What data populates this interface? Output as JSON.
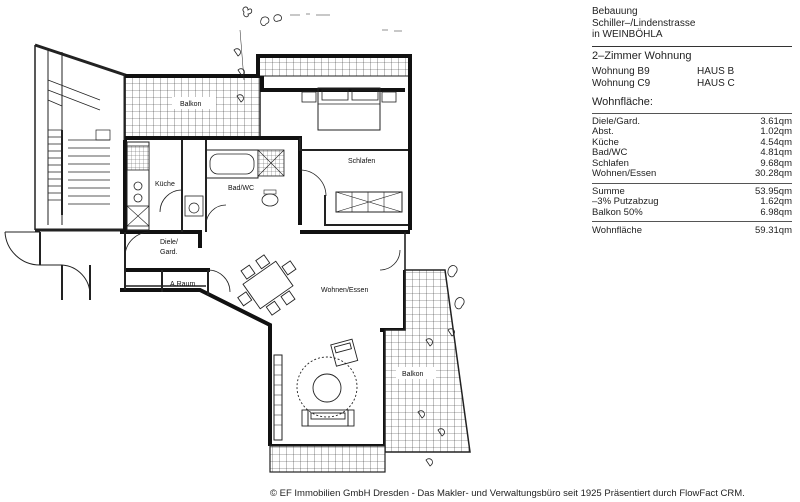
{
  "header": {
    "line1": "Bebauung",
    "line2": "Schiller–/Lindenstrasse",
    "line3": "in WEINBÖHLA"
  },
  "apartment_type": "2–Zimmer Wohnung",
  "units": [
    {
      "name": "Wohnung B9",
      "haus": "HAUS B"
    },
    {
      "name": "Wohnung C9",
      "haus": "HAUS C"
    }
  ],
  "areas_title": "Wohnfläche:",
  "areas": [
    {
      "label": "Diele/Gard.",
      "value": "3.61qm"
    },
    {
      "label": "Abst.",
      "value": "1.02qm"
    },
    {
      "label": "Küche",
      "value": "4.54qm"
    },
    {
      "label": "Bad/WC",
      "value": "4.81qm"
    },
    {
      "label": "Schlafen",
      "value": "9.68qm"
    },
    {
      "label": "Wohnen/Essen",
      "value": "30.28qm"
    }
  ],
  "totals": [
    {
      "label": "Summe",
      "value": "53.95qm"
    },
    {
      "label": "–3% Putzabzug",
      "value": "1.62qm"
    },
    {
      "label": "Balkon 50%",
      "value": "6.98qm"
    }
  ],
  "final": {
    "label": "Wohnfläche",
    "value": "59.31qm"
  },
  "rooms": {
    "balkon_top": "Balkon",
    "kueche": "Küche",
    "bad": "Bad/WC",
    "schlafen": "Schlafen",
    "diele": "Diele/",
    "gard": "Gard.",
    "abstell": "A.Raum",
    "wohnen": "Wohnen/Essen",
    "balkon_bottom": "Balkon"
  },
  "footer": "© EF Immobilien GmbH Dresden - Das Makler- und Verwaltungsbüro seit 1925 Präsentiert durch FlowFact CRM."
}
